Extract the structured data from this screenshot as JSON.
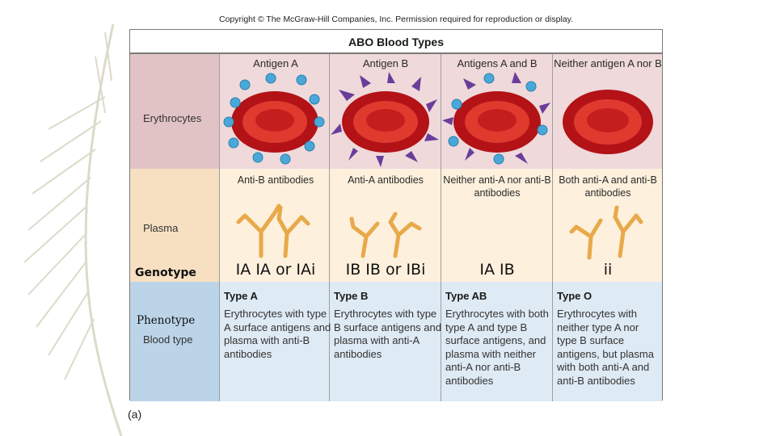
{
  "copyright": "Copyright © The McGraw-Hill Companies, Inc. Permission required for reproduction or display.",
  "title": "ABO Blood Types",
  "row_labels": {
    "erythrocytes": "Erythrocytes",
    "plasma": "Plasma",
    "blood_type": "Blood type"
  },
  "overlay_labels": {
    "genotype": "Genotype",
    "phenotype": "Phenotype"
  },
  "panel_label": "(a)",
  "columns": [
    {
      "antigen": "Antigen A",
      "antibodies": "Anti-B antibodies",
      "genotype": "IA IA or IAi",
      "type": "Type A",
      "description": "Erythrocytes with type A surface antigens and plasma with anti-B antibodies"
    },
    {
      "antigen": "Antigen B",
      "antibodies": "Anti-A antibodies",
      "genotype": "IB IB or IBi",
      "type": "Type B",
      "description": "Erythrocytes with type B surface antigens and plasma with anti-A antibodies"
    },
    {
      "antigen": "Antigens A and B",
      "antibodies": "Neither anti-A nor anti-B antibodies",
      "genotype": "IA IB",
      "type": "Type AB",
      "description": "Erythrocytes with both type A and type B surface antigens, and plasma with neither anti-A nor anti-B antibodies"
    },
    {
      "antigen": "Neither antigen A nor B",
      "antibodies": "Both anti-A and anti-B antibodies",
      "genotype": "ii",
      "type": "Type O",
      "description": "Erythrocytes with neither type A nor type B surface antigens, but plasma with both anti-A and anti-B antibodies"
    }
  ],
  "colors": {
    "antigen_a": "#4aa8d8",
    "antigen_b": "#6a3d9a",
    "rbc": "#c0191c",
    "antibody": "#f0b860"
  }
}
